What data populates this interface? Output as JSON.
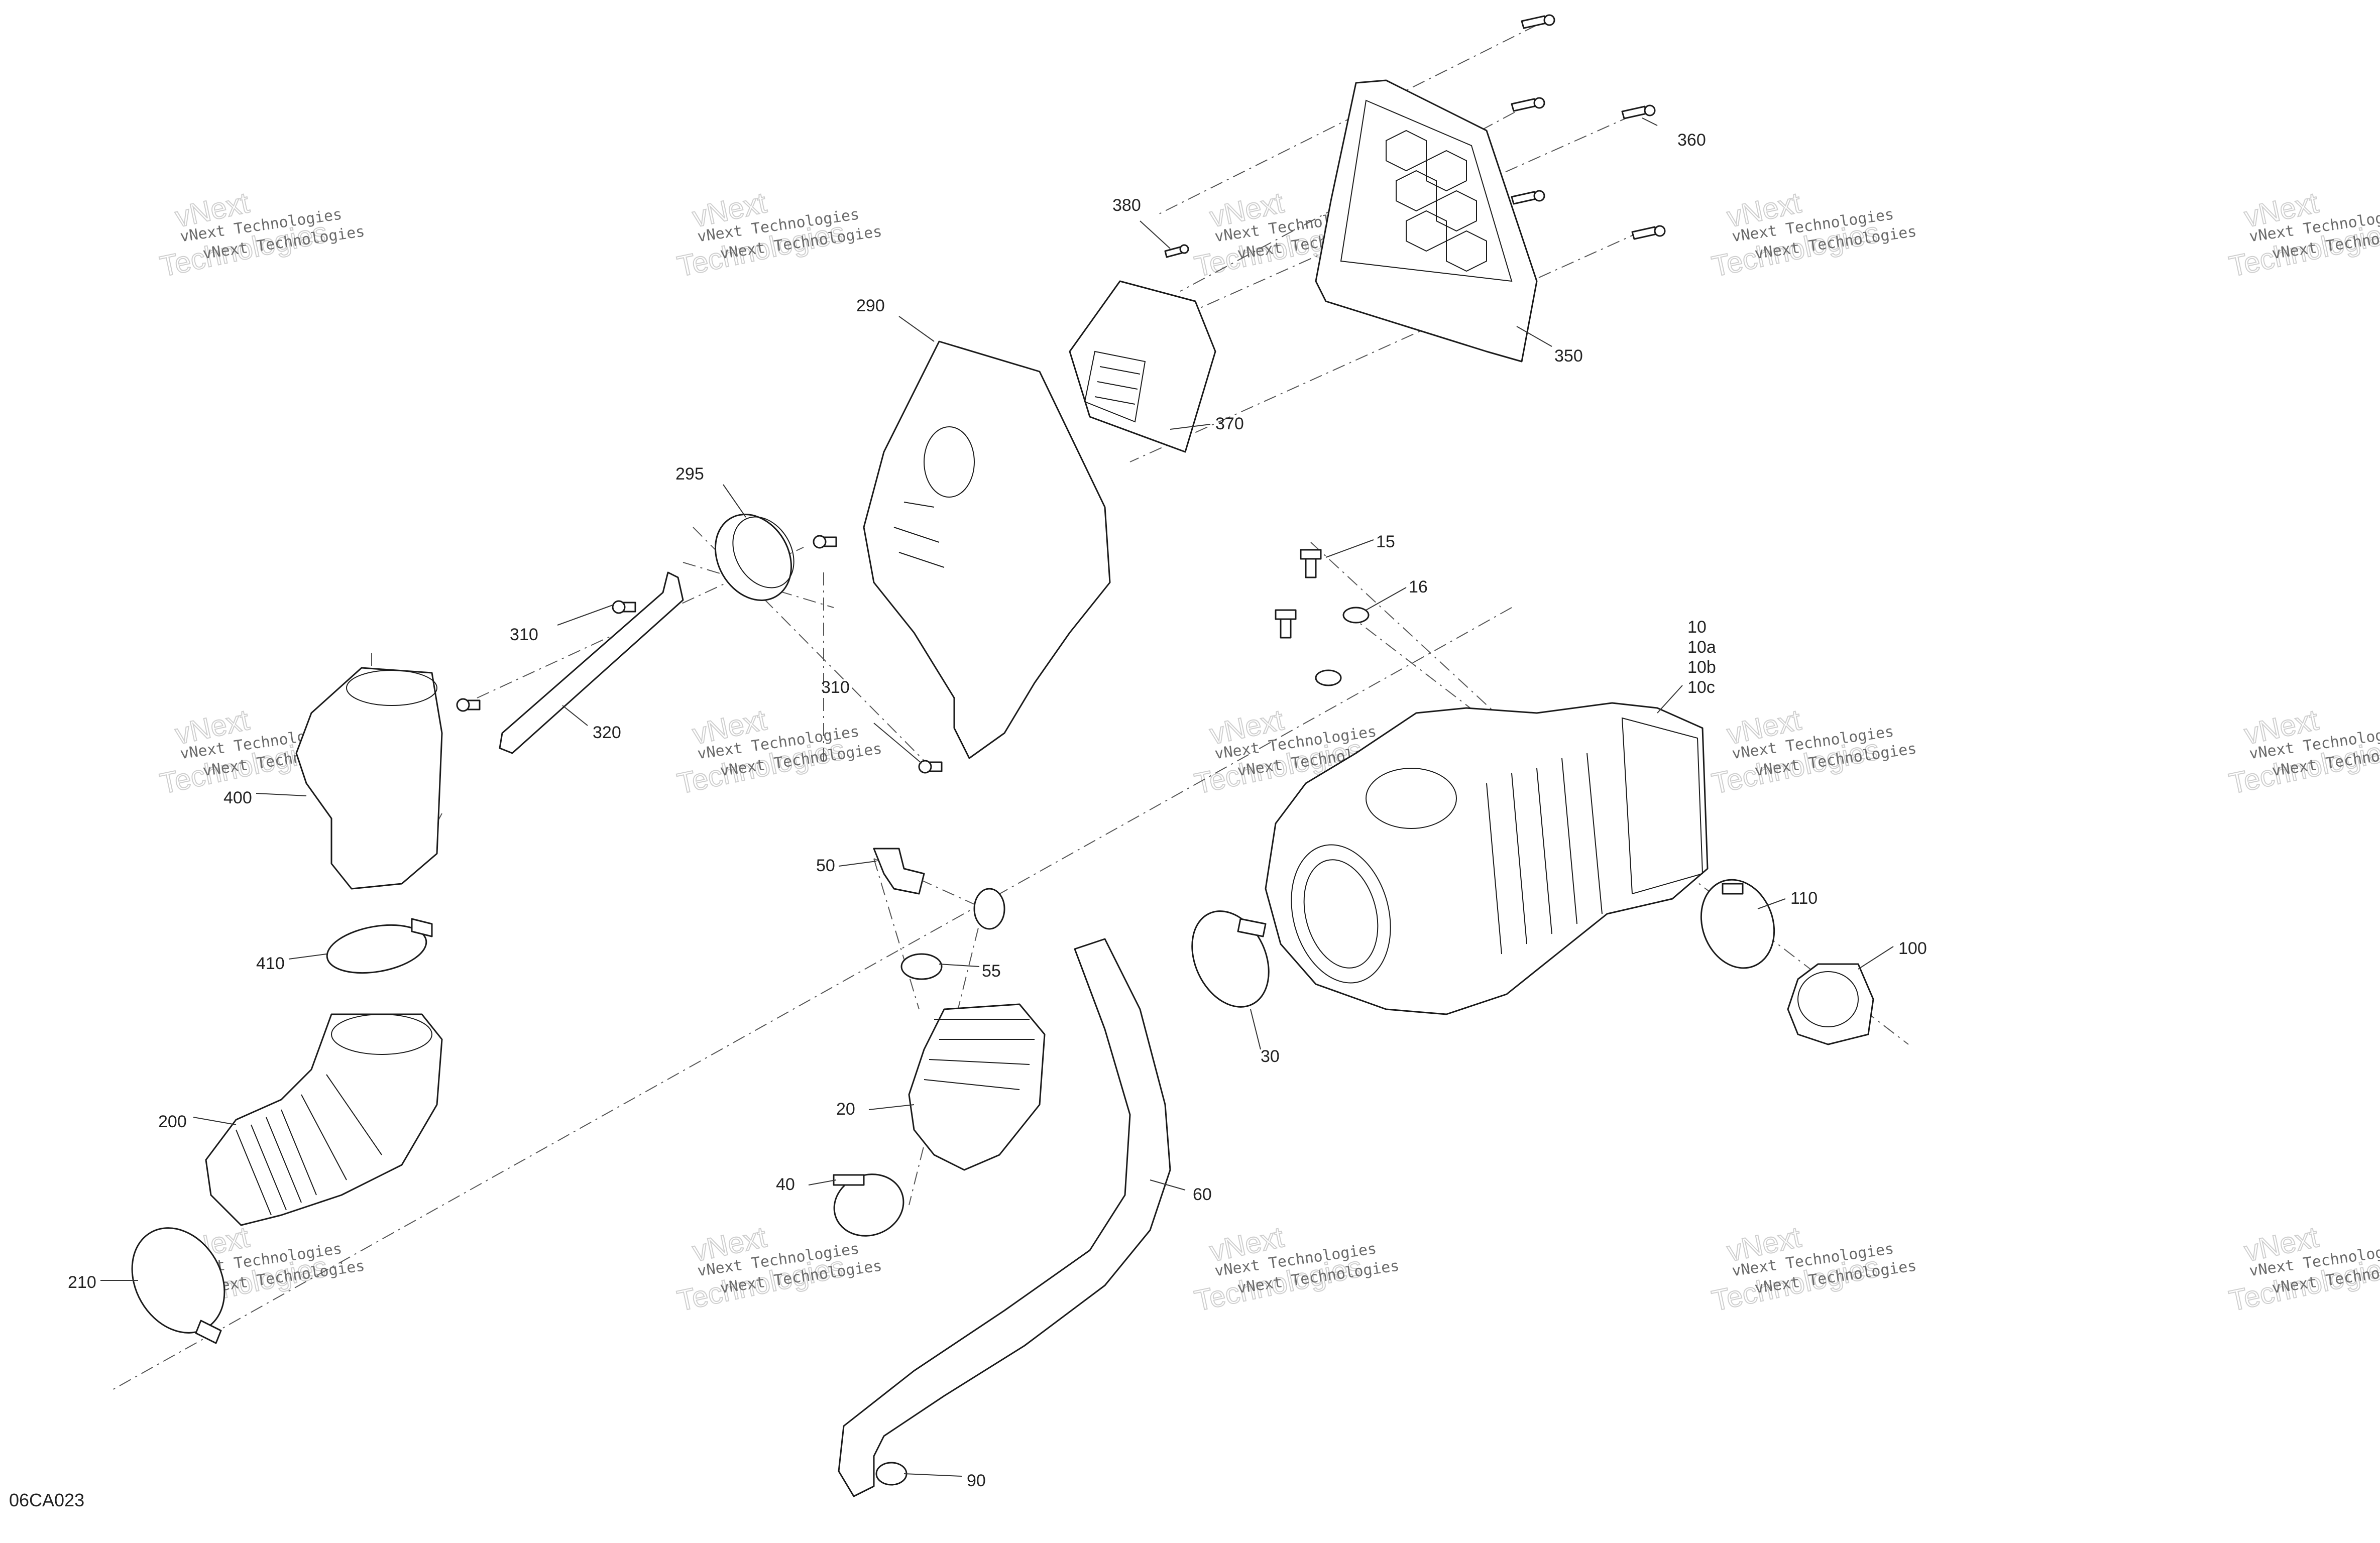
{
  "drawing_id": "06CA023",
  "watermark": {
    "line1": "vNext Technologies",
    "line2": "Technologies",
    "line3": "vNext"
  },
  "callouts": [
    "360",
    "380",
    "290",
    "350",
    "370",
    "295",
    "310",
    "320",
    "310",
    "15",
    "16",
    "10",
    "10a",
    "10b",
    "10c",
    "400",
    "50",
    "55",
    "110",
    "100",
    "410",
    "30",
    "20",
    "200",
    "40",
    "60",
    "210",
    "90"
  ]
}
